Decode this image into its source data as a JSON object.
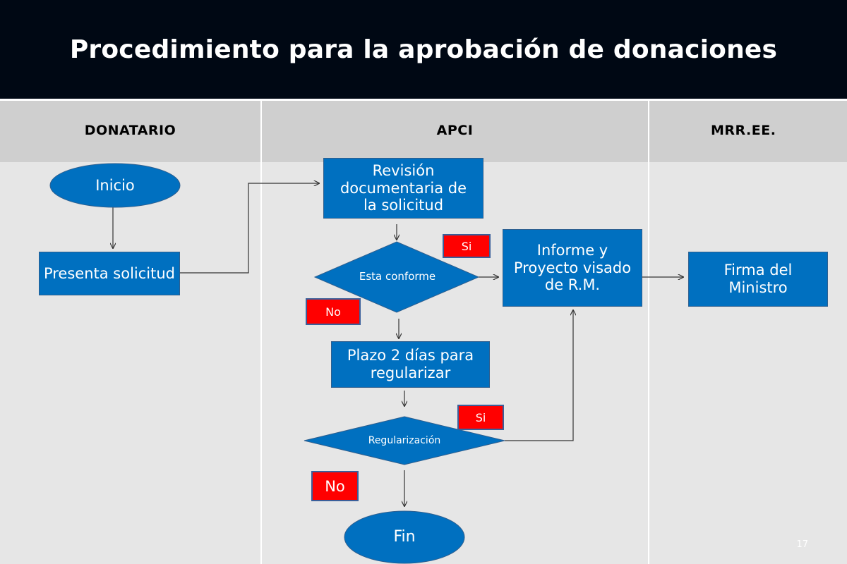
{
  "title": "Procedimiento para la aprobación de donaciones",
  "lanes": [
    "DONATARIO",
    "APCI",
    "MRR.EE."
  ],
  "nodes": {
    "inicio": "Inicio",
    "presenta": "Presenta solicitud",
    "revision": "Revisión documentaria de la solicitud",
    "conforme": "Esta conforme",
    "informe": "Informe y Proyecto visado de R.M.",
    "firma": "Firma del Ministro",
    "plazo": "Plazo 2 días para regularizar",
    "regularizacion": "Regularización",
    "fin": "Fin"
  },
  "tags": {
    "si_conforme": "Si",
    "no_conforme": "No",
    "si_regularizacion": "Si",
    "no_regularizacion": "No"
  },
  "page_number": "17",
  "colors": {
    "shape_fill": "#0070c0",
    "tag_fill": "#ff0000",
    "title_bg": "#000814",
    "lane_bg": "#e6e6e6",
    "header_bg": "#cfcfcf"
  }
}
